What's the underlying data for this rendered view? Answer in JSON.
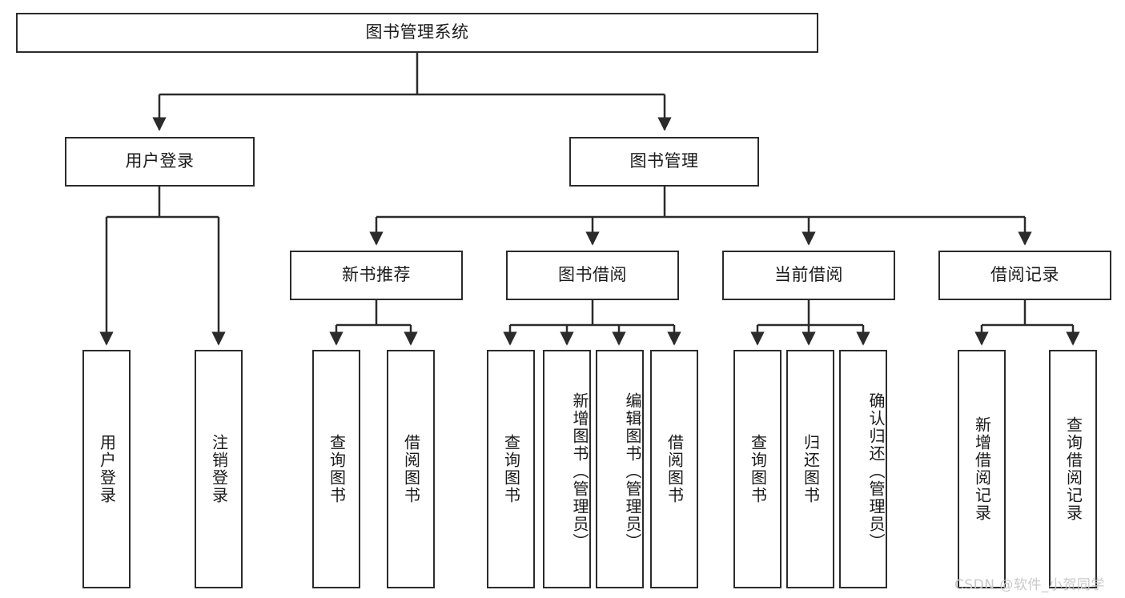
{
  "diagram": {
    "title": "图书管理系统",
    "type": "tree",
    "watermark": "CSDN @软件_小贺同学",
    "accent_border": "#2b2b2b",
    "background": "#ffffff",
    "nodes": {
      "root": {
        "label": "图书管理系统"
      },
      "level2": [
        {
          "id": "user_login",
          "label": "用户登录"
        },
        {
          "id": "book_manage",
          "label": "图书管理"
        }
      ],
      "level3": [
        {
          "id": "new_book_rec",
          "label": "新书推荐"
        },
        {
          "id": "book_borrow",
          "label": "图书借阅"
        },
        {
          "id": "current_borrow",
          "label": "当前借阅"
        },
        {
          "id": "borrow_record",
          "label": "借阅记录"
        }
      ],
      "leaves": {
        "user_login": [
          {
            "id": "leaf_user_login",
            "label": "用户登录"
          },
          {
            "id": "leaf_user_logout",
            "label": "注销登录"
          }
        ],
        "new_book_rec": [
          {
            "id": "leaf_query_book_1",
            "label": "查询图书"
          },
          {
            "id": "leaf_borrow_book_1",
            "label": "借阅图书"
          }
        ],
        "book_borrow": [
          {
            "id": "leaf_query_book_2",
            "label": "查询图书"
          },
          {
            "id": "leaf_add_book",
            "label": "新增图书（管理员）"
          },
          {
            "id": "leaf_edit_book",
            "label": "编辑图书（管理员）"
          },
          {
            "id": "leaf_borrow_book_2",
            "label": "借阅图书"
          }
        ],
        "current_borrow": [
          {
            "id": "leaf_query_book_3",
            "label": "查询图书"
          },
          {
            "id": "leaf_return_book",
            "label": "归还图书"
          },
          {
            "id": "leaf_confirm_return",
            "label": "确认归还（管理员）"
          }
        ],
        "borrow_record": [
          {
            "id": "leaf_add_record",
            "label": "新增借阅记录"
          },
          {
            "id": "leaf_query_record",
            "label": "查询借阅记录"
          }
        ]
      }
    }
  }
}
